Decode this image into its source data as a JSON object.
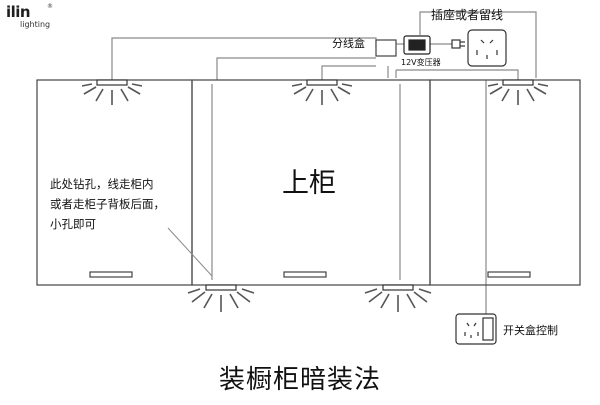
{
  "logo": {
    "main": "ilin",
    "sub": "lighting",
    "mark": "®"
  },
  "labels": {
    "outlet": "插座或者留线",
    "junction_box": "分线盒",
    "transformer": "12V变压器",
    "upper_cabinet": "上柜",
    "drill_note": [
      "此处钻孔，线走柜内",
      "或者走柜子背板后面，",
      "小孔即可"
    ],
    "switch_box": "开关盒控制"
  },
  "caption": "装橱柜暗装法",
  "colors": {
    "line": "#444444",
    "wire": "#8a8a8a",
    "text": "#111111",
    "background": "#ffffff"
  }
}
